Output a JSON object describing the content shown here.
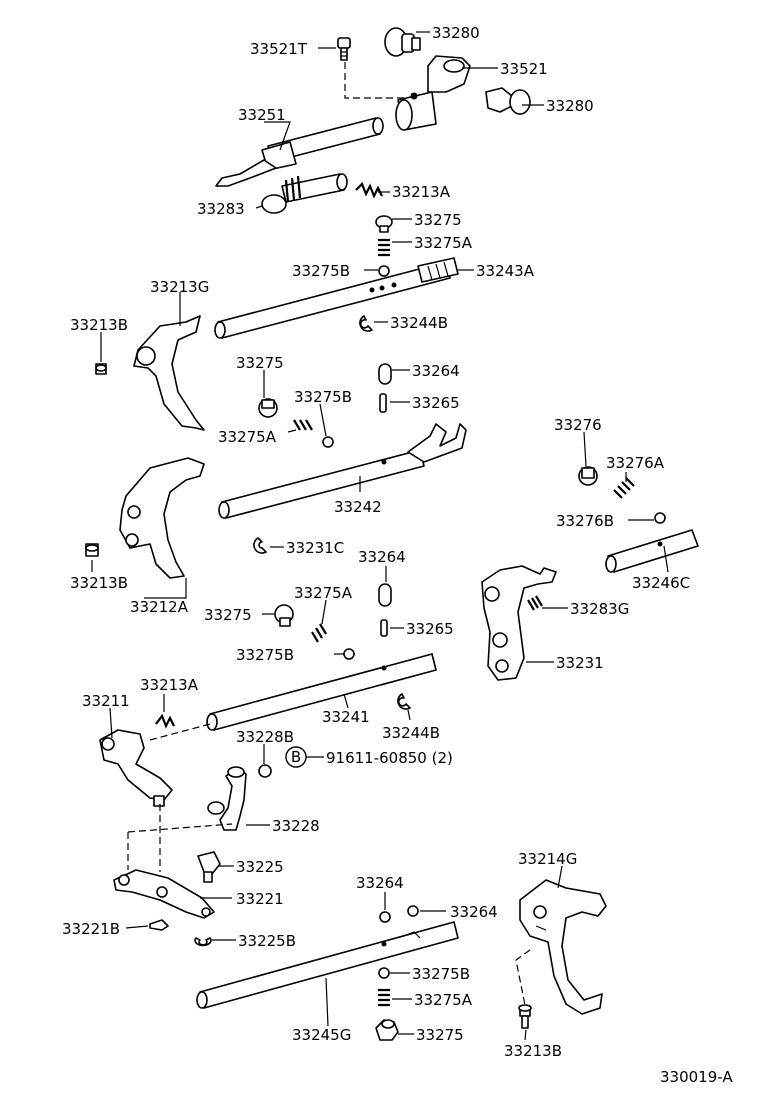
{
  "labels": {
    "l01": "33521T",
    "l02": "33280",
    "l03": "33521",
    "l04": "33280",
    "l05": "33251",
    "l06": "33213A",
    "l07": "33283",
    "l08": "33275",
    "l09": "33275A",
    "l10": "33275B",
    "l11": "33243A",
    "l12": "33213G",
    "l13": "33244B",
    "l14": "33213B",
    "l15": "33275",
    "l16": "33264",
    "l17": "33275B",
    "l18": "33265",
    "l19": "33275A",
    "l20": "33276",
    "l21": "33276A",
    "l22": "33242",
    "l23": "33276B",
    "l24": "33231C",
    "l25": "33264",
    "l26": "33213B",
    "l27": "33246C",
    "l28": "33212A",
    "l29": "33275",
    "l30": "33275A",
    "l31": "33283G",
    "l32": "33265",
    "l33": "33275B",
    "l34": "33231",
    "l35": "33211",
    "l36": "33213A",
    "l37": "33241",
    "l38": "33244B",
    "l39": "33228B",
    "l40": "91611-60850 (2)",
    "l41": "33228",
    "l42": "33225",
    "l43": "33214G",
    "l44": "33221",
    "l45": "33264",
    "l46": "33264",
    "l47": "33221B",
    "l48": "33225B",
    "l49": "33275B",
    "l50": "33275A",
    "l51": "33245G",
    "l52": "33275",
    "l53": "33213B",
    "ref": "330019-A",
    "badge": "B"
  }
}
